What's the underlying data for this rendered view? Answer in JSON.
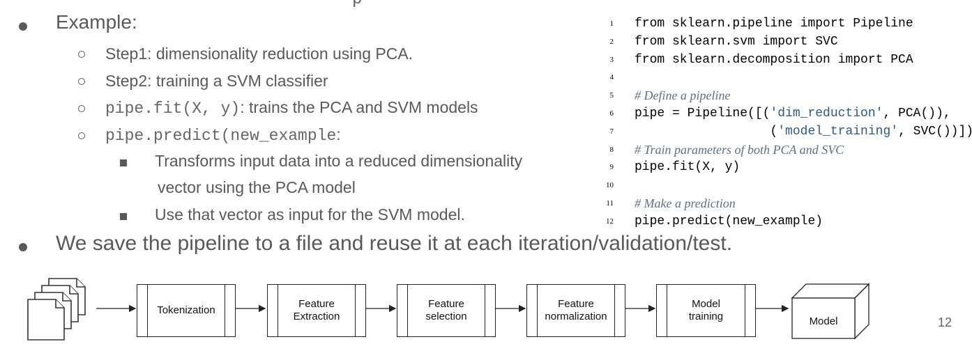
{
  "top_fragment": "p",
  "bullets": {
    "example": "Example:",
    "save": "We save the pipeline to a file and reuse it at each iteration/validation/test."
  },
  "steps": {
    "step1": "Step1: dimensionality reduction using PCA.",
    "step2": "Step2: training a SVM classifier",
    "fit_code": "pipe.fit(X, y)",
    "fit_text": ": trains the PCA and SVM models",
    "predict_code": "pipe.predict(new_example",
    "predict_text": ":",
    "sub1_line1": "Transforms input data into a reduced dimensionality",
    "sub1_line2": "vector using the PCA model",
    "sub2": "Use that vector as input for the SVM model."
  },
  "code": {
    "lines": [
      {
        "n": "1",
        "text": "from sklearn.pipeline import Pipeline"
      },
      {
        "n": "2",
        "text": "from sklearn.svm import SVC"
      },
      {
        "n": "3",
        "text": "from sklearn.decomposition import PCA"
      },
      {
        "n": "4",
        "text": ""
      },
      {
        "n": "5",
        "text": "# Define a pipeline"
      },
      {
        "n": "6",
        "pre": "pipe = Pipeline([(",
        "str": "'dim_reduction'",
        "post": ", PCA()),"
      },
      {
        "n": "7",
        "pre": "                  (",
        "str": "'model_training'",
        "post": ", SVC())])"
      },
      {
        "n": "8",
        "text": "# Train parameters of both PCA and SVC"
      },
      {
        "n": "9",
        "text": "pipe.fit(X, y)"
      },
      {
        "n": "10",
        "text": ""
      },
      {
        "n": "11",
        "text": "# Make a prediction"
      },
      {
        "n": "12",
        "text": "pipe.predict(new_example)"
      }
    ]
  },
  "pipeline": {
    "stages": [
      "Tokenization",
      "Feature\nExtraction",
      "Feature\nselection",
      "Feature\nnormalization",
      "Model\ntraining"
    ],
    "output": "Model"
  },
  "page_number": "12"
}
